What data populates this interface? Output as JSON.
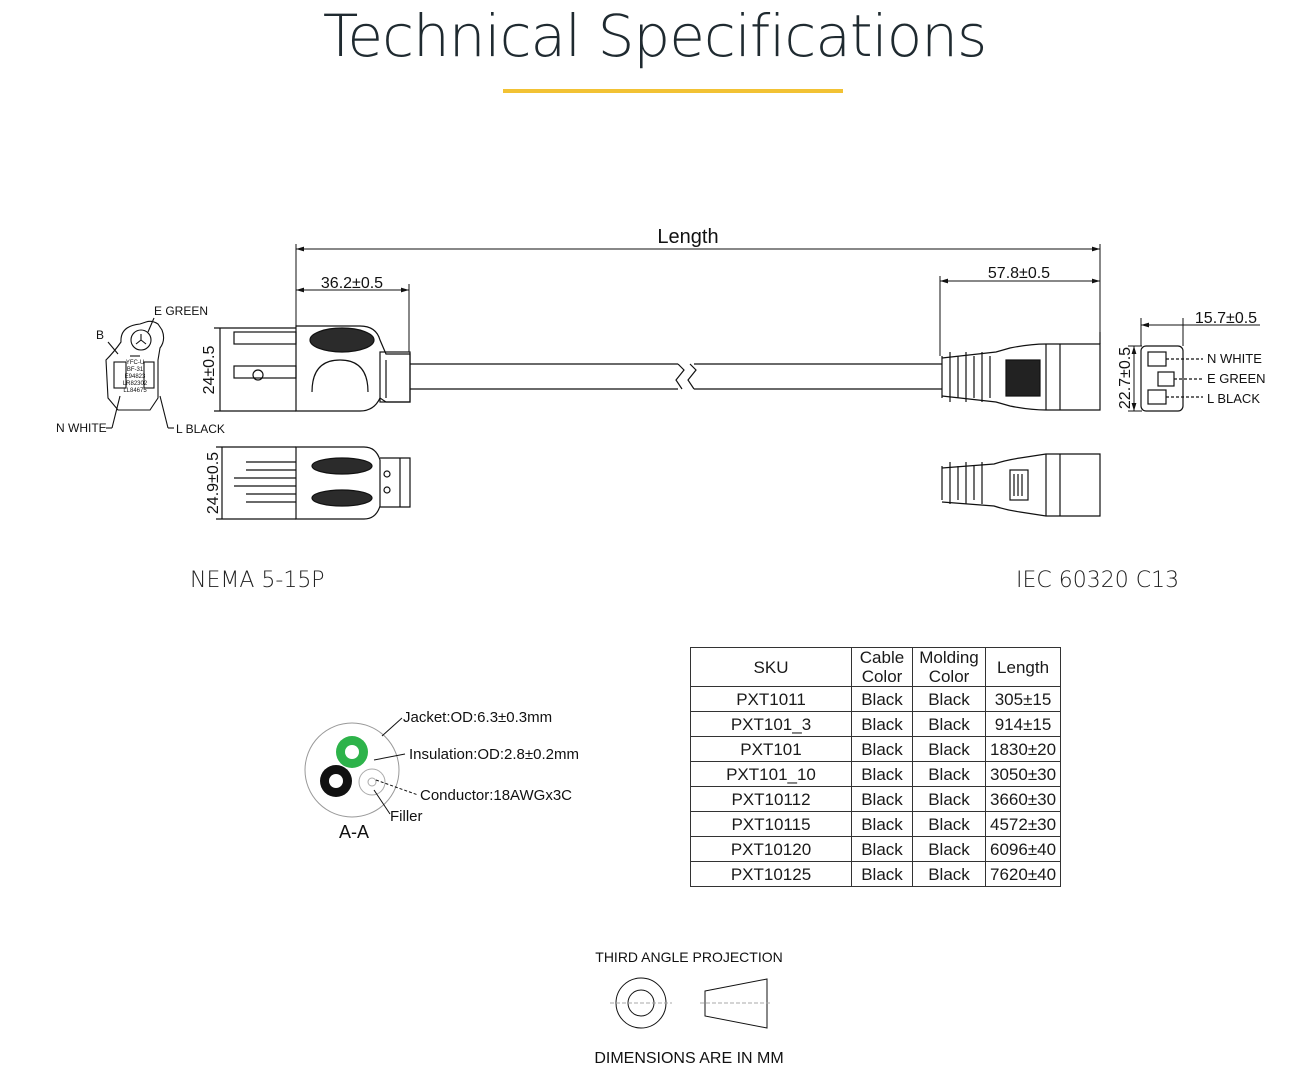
{
  "header": {
    "title": "Technical Specifications",
    "accent_color": "#f2c234"
  },
  "dimensions": {
    "length": "Length",
    "plug_head": "36.2±0.5",
    "plug_height": "24±0.5",
    "plug_width": "24.9±0.5",
    "c13_head": "57.8±0.5",
    "c13_depth": "15.7±0.5",
    "c13_height": "22.7±0.5"
  },
  "nema_face": {
    "e_green": "E GREEN",
    "b": "B",
    "n_white": "N WHITE",
    "l_black": "L BLACK",
    "markings": [
      "YFC-U",
      "BF-31",
      "E94823",
      "LR82302",
      "LL84675"
    ]
  },
  "c13_face": {
    "n_white": "N WHITE",
    "e_green": "E GREEN",
    "l_black": "L BLACK"
  },
  "connectors": {
    "left": "NEMA 5-15P",
    "right": "IEC 60320 C13"
  },
  "cross_section": {
    "jacket": "Jacket:OD:6.3±0.3mm",
    "insulation": "Insulation:OD:2.8±0.2mm",
    "conductor": "Conductor:18AWGx3C",
    "filler": "Filler",
    "section": "A-A",
    "colors": {
      "green": "#2db34a",
      "black": "#111111"
    }
  },
  "table": {
    "headers": {
      "sku": "SKU",
      "cable_color_1": "Cable",
      "cable_color_2": "Color",
      "molding_color_1": "Molding",
      "molding_color_2": "Color",
      "length": "Length"
    },
    "rows": [
      {
        "sku": "PXT1011",
        "cable_color": "Black",
        "molding_color": "Black",
        "length": "305±15"
      },
      {
        "sku": "PXT101_3",
        "cable_color": "Black",
        "molding_color": "Black",
        "length": "914±15"
      },
      {
        "sku": "PXT101",
        "cable_color": "Black",
        "molding_color": "Black",
        "length": "1830±20"
      },
      {
        "sku": "PXT101_10",
        "cable_color": "Black",
        "molding_color": "Black",
        "length": "3050±30"
      },
      {
        "sku": "PXT10112",
        "cable_color": "Black",
        "molding_color": "Black",
        "length": "3660±30"
      },
      {
        "sku": "PXT10115",
        "cable_color": "Black",
        "molding_color": "Black",
        "length": "4572±30"
      },
      {
        "sku": "PXT10120",
        "cable_color": "Black",
        "molding_color": "Black",
        "length": "6096±40"
      },
      {
        "sku": "PXT10125",
        "cable_color": "Black",
        "molding_color": "Black",
        "length": "7620±40"
      }
    ]
  },
  "projection": {
    "label": "THIRD ANGLE PROJECTION",
    "units_note": "DIMENSIONS ARE IN MM"
  }
}
